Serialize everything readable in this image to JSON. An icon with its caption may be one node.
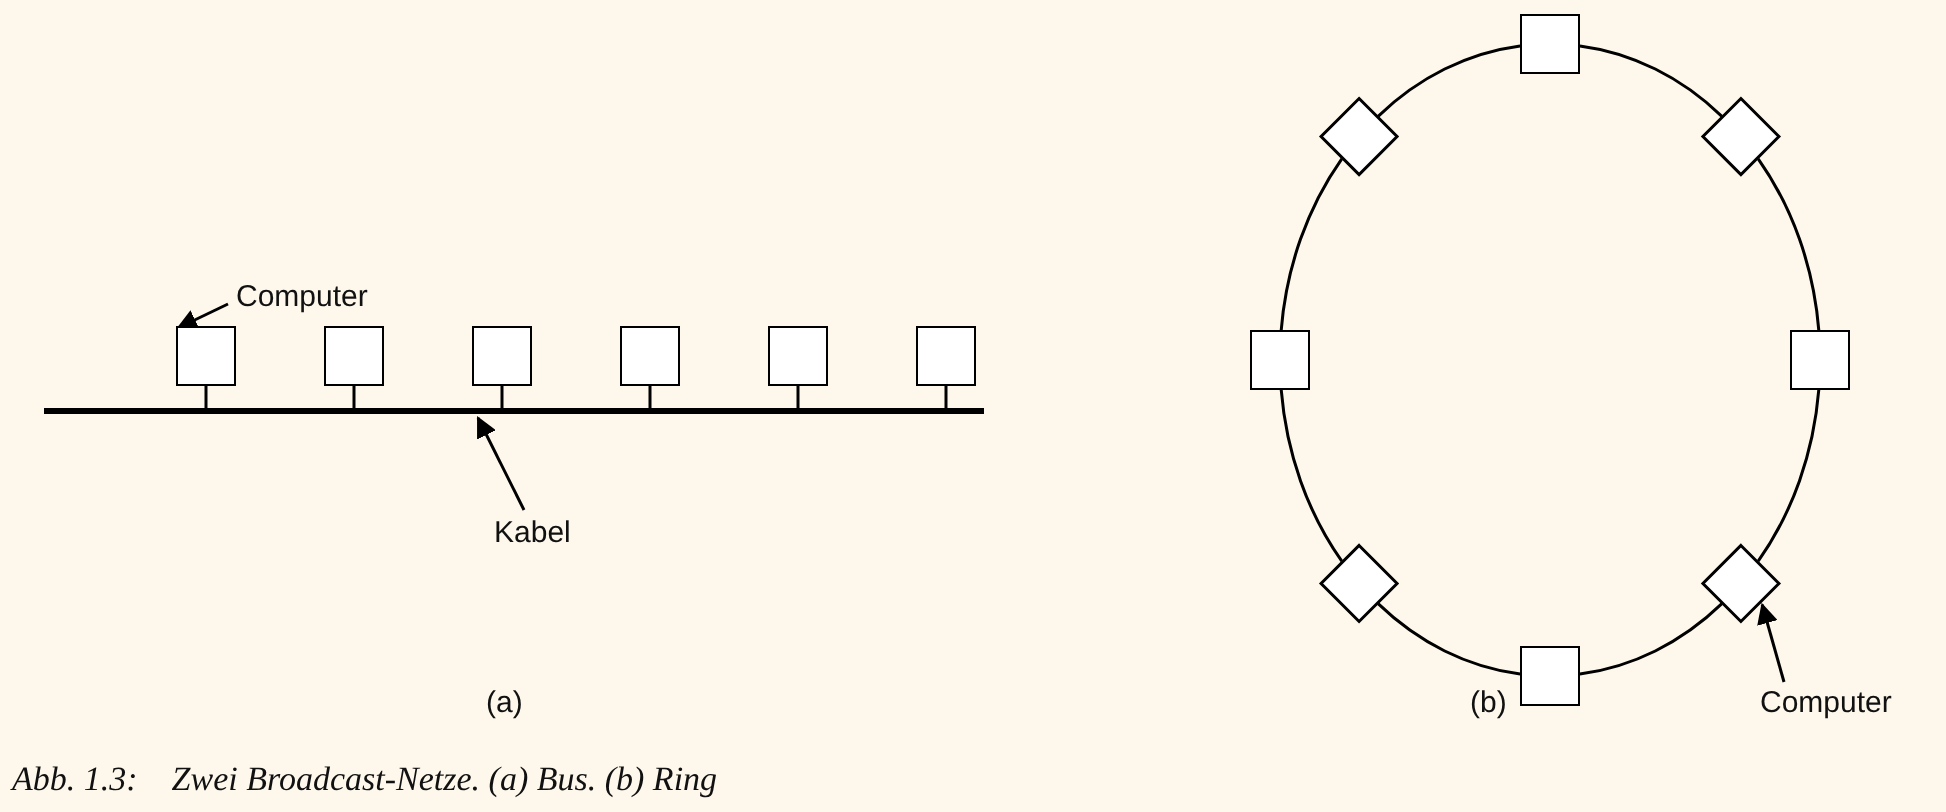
{
  "diagram": {
    "caption": "Abb. 1.3:    Zwei Broadcast-Netze. (a) Bus. (b) Ring",
    "nodes": [
      {
        "text": [
          "Computer"
        ]
      },
      {
        "text": [],
        "shape": "box"
      },
      {
        "text": [],
        "shape": "box"
      },
      {
        "text": [],
        "shape": "box"
      },
      {
        "text": [],
        "shape": "box"
      },
      {
        "text": [],
        "shape": "box"
      },
      {
        "text": [],
        "shape": "box"
      },
      {
        "text": [],
        "shape": "line"
      },
      {
        "text": [
          "Kabel"
        ]
      },
      {
        "text": [],
        "shape": "box"
      },
      {
        "text": [],
        "shape": "diamond"
      },
      {
        "text": [],
        "shape": "diamond"
      },
      {
        "text": [],
        "shape": "box"
      },
      {
        "text": [],
        "shape": "box"
      },
      {
        "text": [],
        "shape": "diamond"
      },
      {
        "text": [],
        "shape": "diamond"
      },
      {
        "text": [],
        "shape": "box"
      },
      {
        "text": [
          "Computer"
        ]
      }
    ],
    "edges": [
      {
        "from": 0,
        "to": 1,
        "arrow": "to"
      },
      {
        "from": 1,
        "to": 7,
        "arrow": "none"
      },
      {
        "from": 2,
        "to": 7,
        "arrow": "none"
      },
      {
        "from": 3,
        "to": 7,
        "arrow": "none"
      },
      {
        "from": 4,
        "to": 7,
        "arrow": "none"
      },
      {
        "from": 5,
        "to": 7,
        "arrow": "none"
      },
      {
        "from": 6,
        "to": 7,
        "arrow": "none"
      },
      {
        "from": 8,
        "to": 7,
        "arrow": "to"
      },
      {
        "from": 9,
        "to": 11,
        "arrow": "none"
      },
      {
        "from": 11,
        "to": 13,
        "arrow": "none"
      },
      {
        "from": 13,
        "to": 15,
        "arrow": "none"
      },
      {
        "from": 15,
        "to": 16,
        "arrow": "none"
      },
      {
        "from": 16,
        "to": 14,
        "arrow": "none"
      },
      {
        "from": 14,
        "to": 12,
        "arrow": "none"
      },
      {
        "from": 12,
        "to": 10,
        "arrow": "none"
      },
      {
        "from": 10,
        "to": 9,
        "arrow": "none"
      },
      {
        "from": 17,
        "to": 15,
        "arrow": "to"
      }
    ],
    "labels": [
      "(a)",
      "(b)"
    ]
  }
}
